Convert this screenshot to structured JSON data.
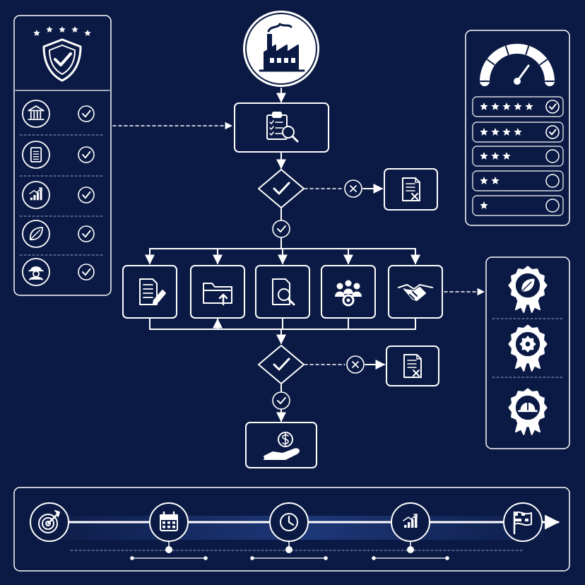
{
  "colors": {
    "background": "#0b1a44",
    "stroke": "#ffffff",
    "accent": "#1e3a7a",
    "dim": "#9aa6c8"
  },
  "left_panel": {
    "header_icon": "shield-check-icon",
    "stars": 5,
    "items": [
      {
        "icon": "bank-icon",
        "status": "check-circle-icon"
      },
      {
        "icon": "document-icon",
        "status": "check-circle-icon"
      },
      {
        "icon": "growth-chart-icon",
        "status": "check-circle-icon"
      },
      {
        "icon": "leaf-icon",
        "status": "check-circle-icon"
      },
      {
        "icon": "worker-helmet-icon",
        "status": "check-circle-icon"
      }
    ]
  },
  "flow": {
    "start_icon": "factory-icon",
    "review_icon": "clipboard-magnifier-icon",
    "decision_icon": "checkmark-diamond-icon",
    "reject_icon": "x-circle-icon",
    "rejected_doc_icon": "rejected-document-icon",
    "approved_icon": "check-circle-icon",
    "steps": [
      {
        "icon": "document-pen-icon"
      },
      {
        "icon": "folder-upload-icon"
      },
      {
        "icon": "document-search-icon"
      },
      {
        "icon": "team-gear-icon"
      },
      {
        "icon": "handshake-icon"
      }
    ],
    "end_icon": "hand-dollar-icon"
  },
  "rating_panel": {
    "header_icon": "speedometer-gauge-icon",
    "rows": [
      {
        "stars": 5,
        "checked": true
      },
      {
        "stars": 4,
        "checked": true
      },
      {
        "stars": 3,
        "checked": false
      },
      {
        "stars": 2,
        "checked": false
      },
      {
        "stars": 1,
        "checked": false
      }
    ]
  },
  "badges_panel": {
    "badges": [
      {
        "icon": "leaf-badge-icon"
      },
      {
        "icon": "gear-badge-icon"
      },
      {
        "icon": "helmet-badge-icon"
      }
    ]
  },
  "timeline": {
    "milestones": [
      {
        "icon": "target-icon"
      },
      {
        "icon": "calendar-icon"
      },
      {
        "icon": "clock-icon"
      },
      {
        "icon": "growth-chart-icon"
      },
      {
        "icon": "checkered-flag-icon"
      }
    ]
  }
}
